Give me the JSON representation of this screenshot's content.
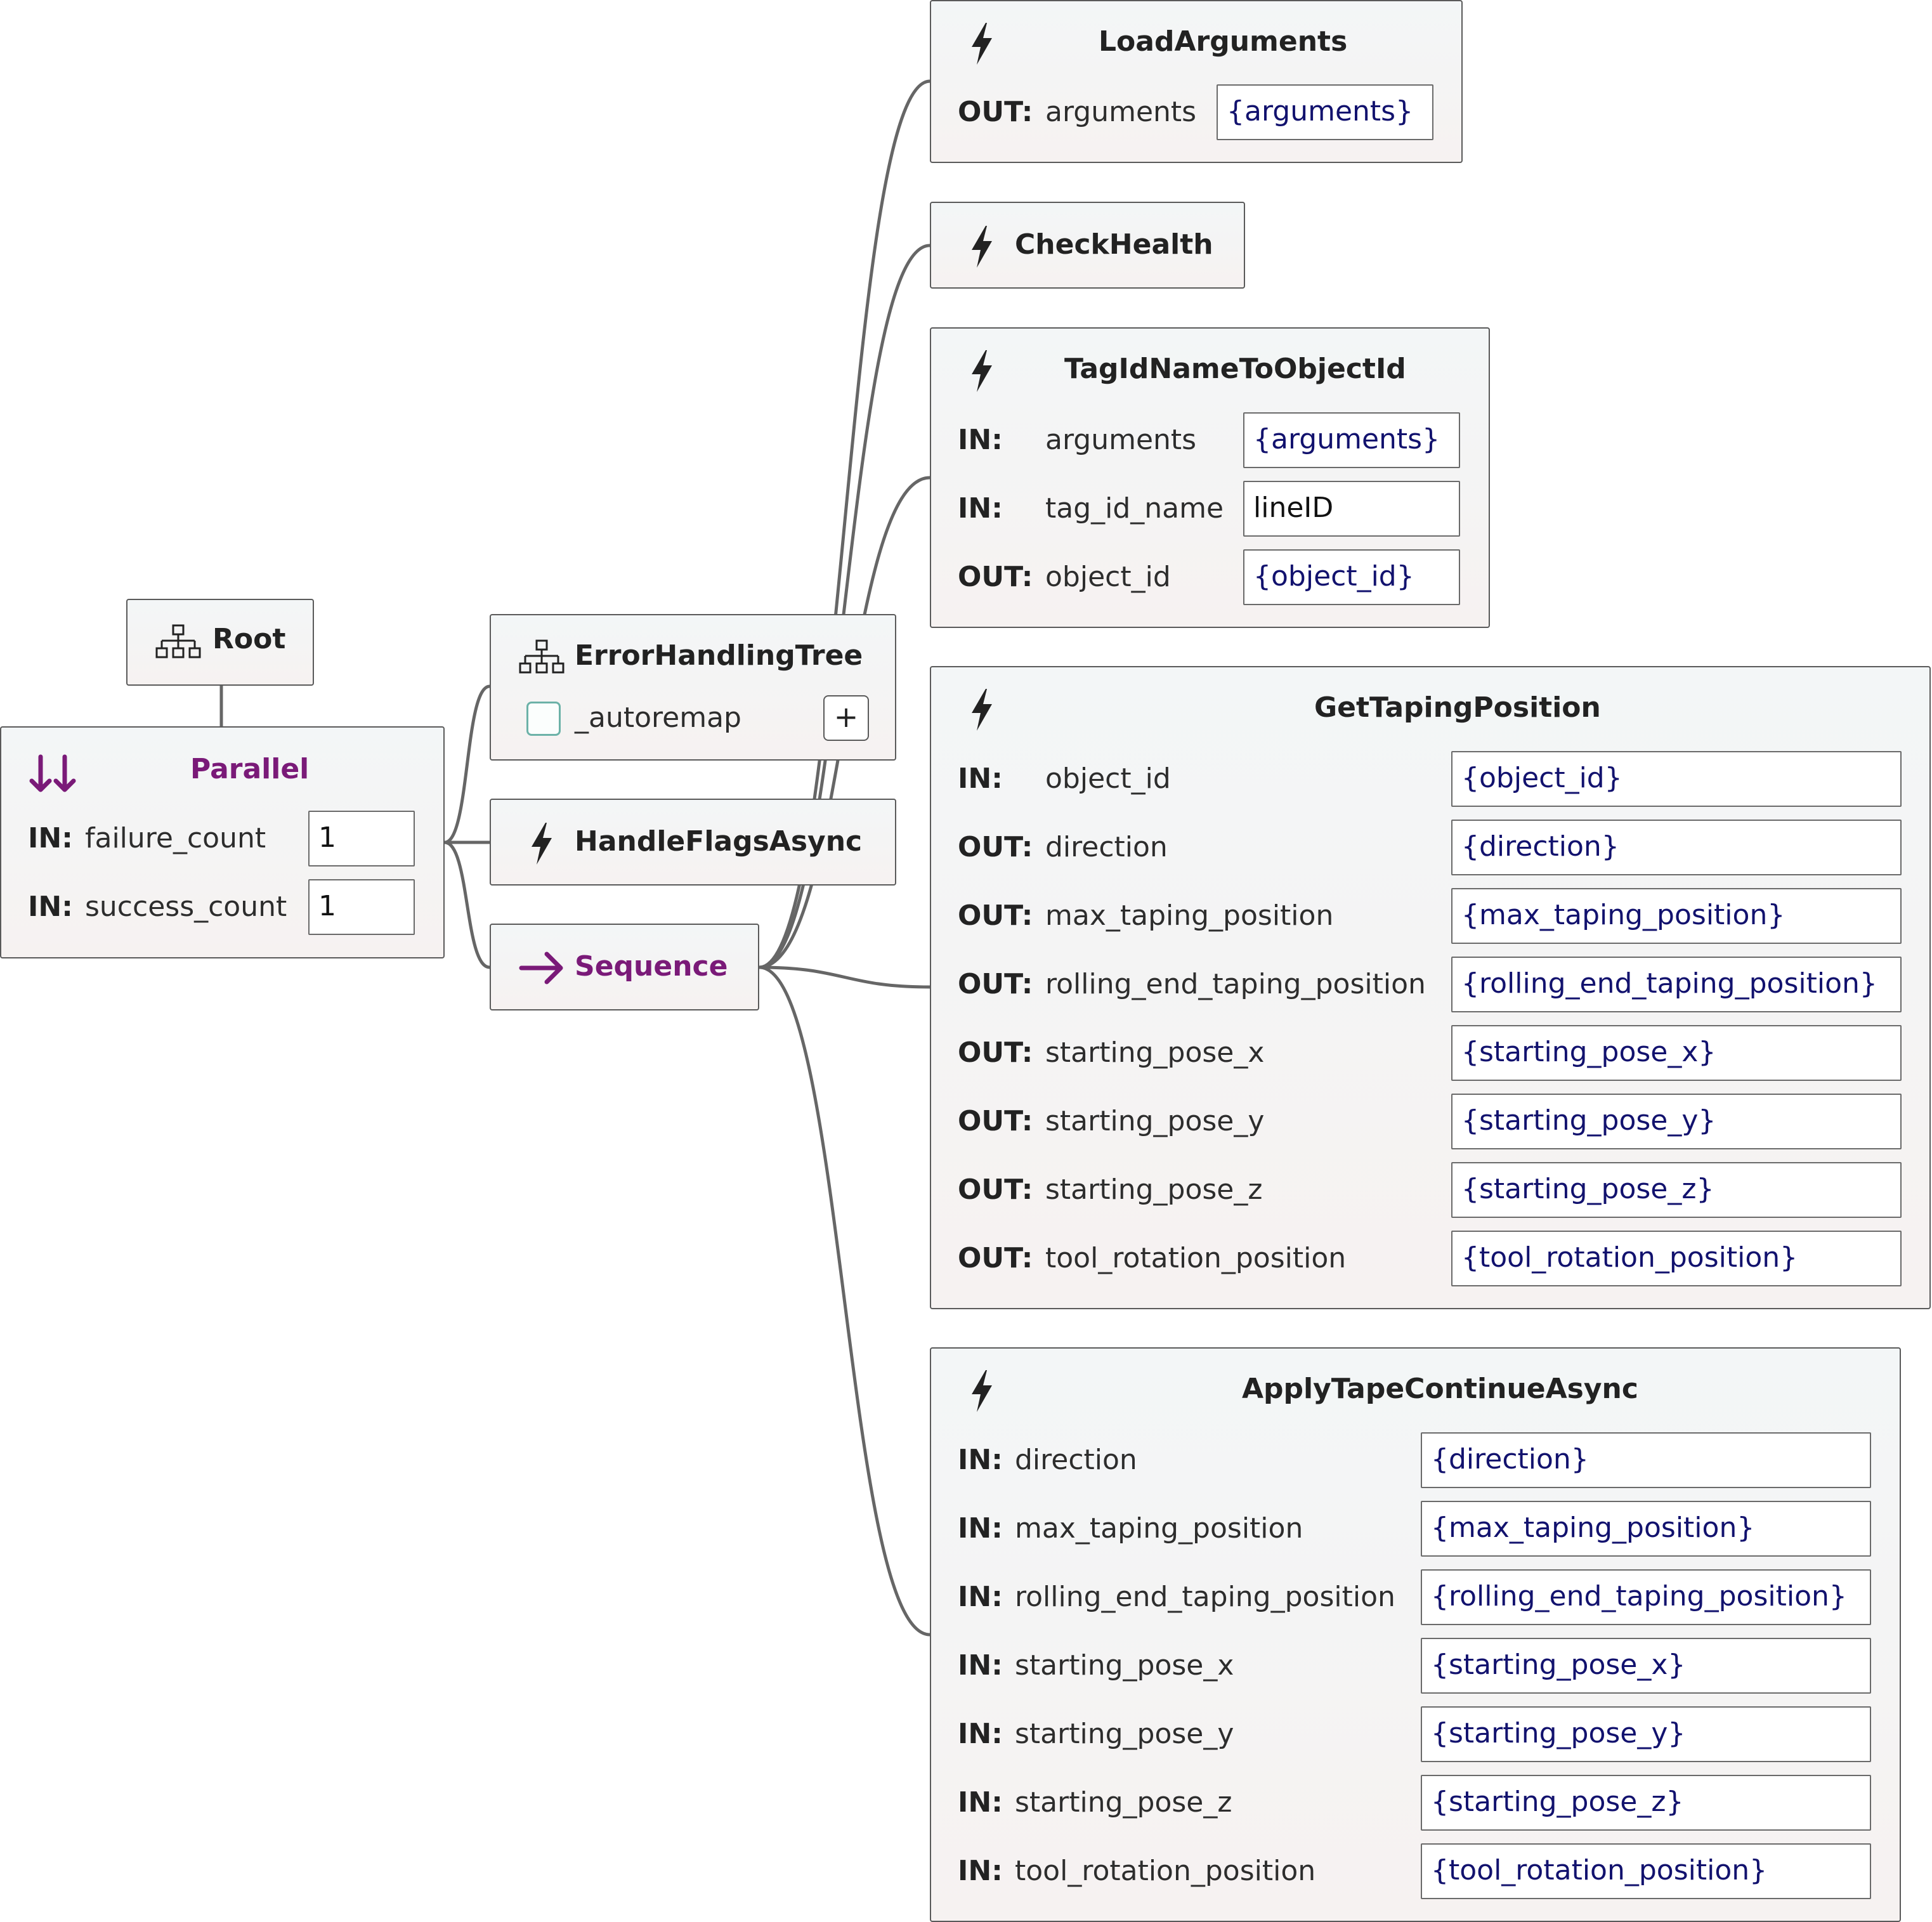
{
  "nodes": {
    "root": {
      "title": "Root",
      "icon": "tree-icon"
    },
    "parallel": {
      "title": "Parallel",
      "icon": "parallel-arrows-icon",
      "accent": "#7a1a78",
      "params": [
        {
          "kw": "IN:",
          "name": "failure_count",
          "value": "1"
        },
        {
          "kw": "IN:",
          "name": "success_count",
          "value": "1"
        }
      ]
    },
    "error_handling_tree": {
      "title": "ErrorHandlingTree",
      "icon": "tree-icon",
      "autoremap_label": "_autoremap",
      "add_label": "+"
    },
    "handle_flags_async": {
      "title": "HandleFlagsAsync",
      "icon": "lightning-icon"
    },
    "sequence": {
      "title": "Sequence",
      "icon": "arrow-right-icon",
      "accent": "#7a1a78"
    },
    "load_arguments": {
      "title": "LoadArguments",
      "icon": "lightning-icon",
      "params": [
        {
          "kw": "OUT:",
          "name": "arguments",
          "value": "{arguments}"
        }
      ]
    },
    "check_health": {
      "title": "CheckHealth",
      "icon": "lightning-icon"
    },
    "tag_id_name_to_object_id": {
      "title": "TagIdNameToObjectId",
      "icon": "lightning-icon",
      "params": [
        {
          "kw": "IN:",
          "name": "arguments",
          "value": "{arguments}"
        },
        {
          "kw": "IN:",
          "name": "tag_id_name",
          "value": "lineID"
        },
        {
          "kw": "OUT:",
          "name": "object_id",
          "value": "{object_id}"
        }
      ]
    },
    "get_taping_position": {
      "title": "GetTapingPosition",
      "icon": "lightning-icon",
      "params": [
        {
          "kw": "IN:",
          "name": "object_id",
          "value": "{object_id}"
        },
        {
          "kw": "OUT:",
          "name": "direction",
          "value": "{direction}"
        },
        {
          "kw": "OUT:",
          "name": "max_taping_position",
          "value": "{max_taping_position}"
        },
        {
          "kw": "OUT:",
          "name": "rolling_end_taping_position",
          "value": "{rolling_end_taping_position}"
        },
        {
          "kw": "OUT:",
          "name": "starting_pose_x",
          "value": "{starting_pose_x}"
        },
        {
          "kw": "OUT:",
          "name": "starting_pose_y",
          "value": "{starting_pose_y}"
        },
        {
          "kw": "OUT:",
          "name": "starting_pose_z",
          "value": "{starting_pose_z}"
        },
        {
          "kw": "OUT:",
          "name": "tool_rotation_position",
          "value": "{tool_rotation_position}"
        }
      ]
    },
    "apply_tape_continue_async": {
      "title": "ApplyTapeContinueAsync",
      "icon": "lightning-icon",
      "params": [
        {
          "kw": "IN:",
          "name": "direction",
          "value": "{direction}"
        },
        {
          "kw": "IN:",
          "name": "max_taping_position",
          "value": "{max_taping_position}"
        },
        {
          "kw": "IN:",
          "name": "rolling_end_taping_position",
          "value": "{rolling_end_taping_position}"
        },
        {
          "kw": "IN:",
          "name": "starting_pose_x",
          "value": "{starting_pose_x}"
        },
        {
          "kw": "IN:",
          "name": "starting_pose_y",
          "value": "{starting_pose_y}"
        },
        {
          "kw": "IN:",
          "name": "starting_pose_z",
          "value": "{starting_pose_z}"
        },
        {
          "kw": "IN:",
          "name": "tool_rotation_position",
          "value": "{tool_rotation_position}"
        }
      ]
    }
  },
  "edges": [
    {
      "from": "root",
      "to": "parallel"
    },
    {
      "from": "parallel",
      "to": "error_handling_tree"
    },
    {
      "from": "parallel",
      "to": "handle_flags_async"
    },
    {
      "from": "parallel",
      "to": "sequence"
    },
    {
      "from": "sequence",
      "to": "load_arguments"
    },
    {
      "from": "sequence",
      "to": "check_health"
    },
    {
      "from": "sequence",
      "to": "tag_id_name_to_object_id"
    },
    {
      "from": "sequence",
      "to": "get_taping_position"
    },
    {
      "from": "sequence",
      "to": "apply_tape_continue_async"
    }
  ],
  "colors": {
    "edge": "#666666",
    "variable_text": "#12126e",
    "checkbox": "#6cb2a8",
    "accent": "#7a1a78"
  }
}
